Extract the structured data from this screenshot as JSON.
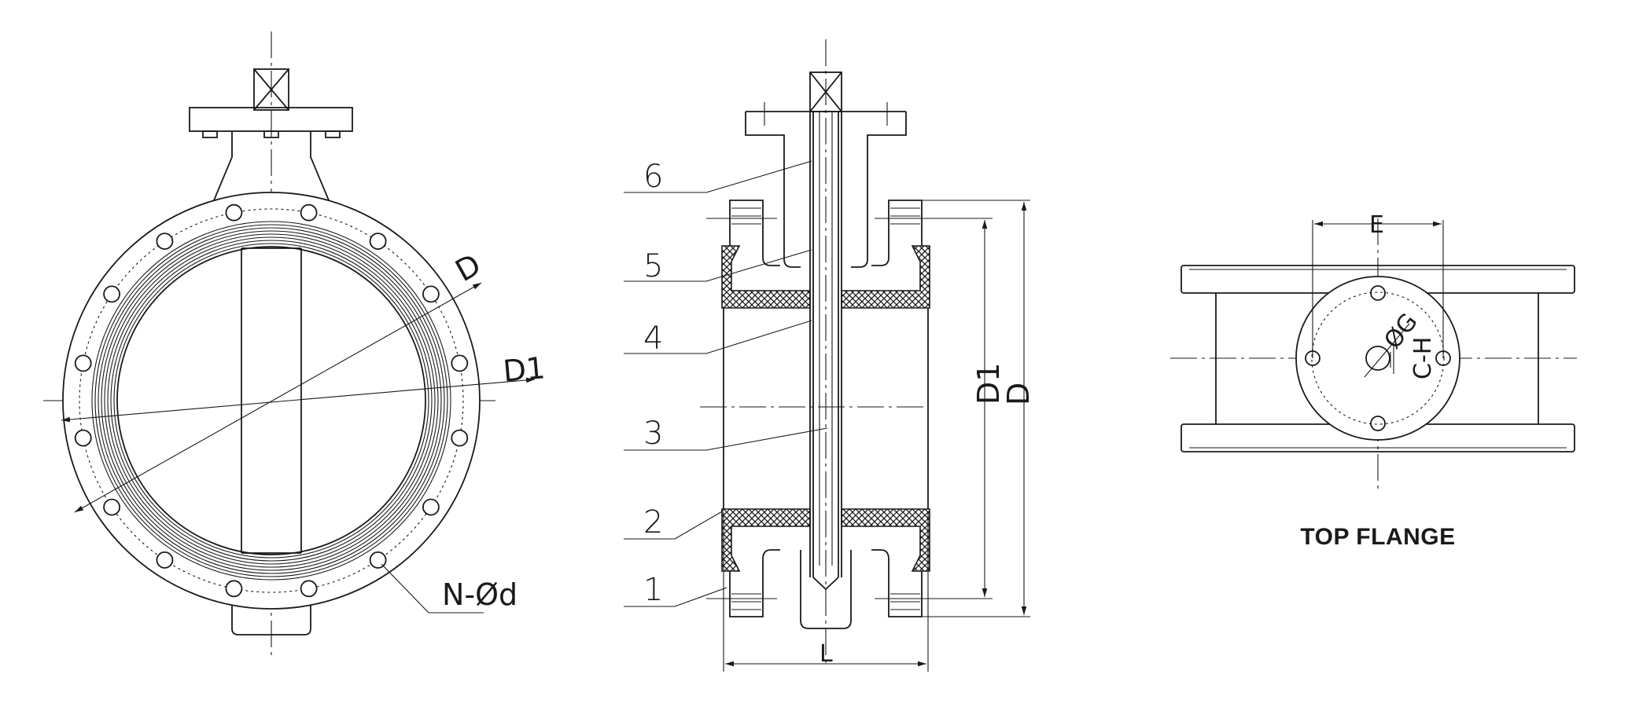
{
  "front_view": {
    "labels": {
      "D": "D",
      "D1": "D1",
      "holes": "N-Ød"
    }
  },
  "side_view": {
    "part_numbers": [
      "1",
      "2",
      "3",
      "4",
      "5",
      "6"
    ],
    "dimensions": {
      "L": "L",
      "D1": "D1",
      "D": "D"
    }
  },
  "top_flange": {
    "title": "TOP FLANGE",
    "labels": {
      "E": "E",
      "G": "ØG",
      "CH": "C-H"
    }
  }
}
